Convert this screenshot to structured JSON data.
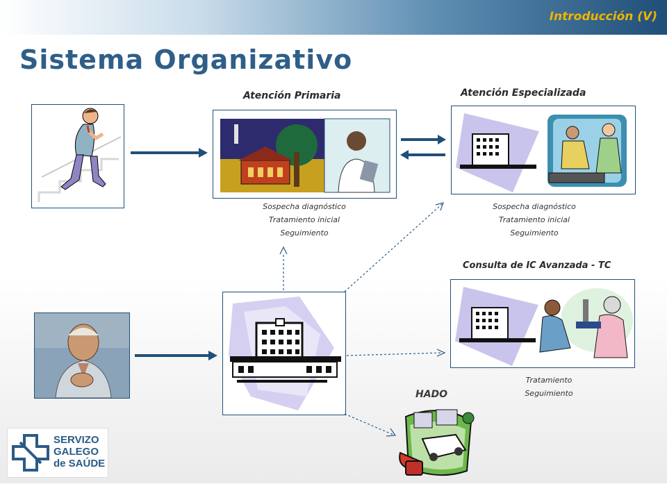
{
  "header": {
    "section_label": "Introducción (V)"
  },
  "title": "Sistema Organizativo",
  "primary": {
    "heading": "Atención Primaria",
    "notes": [
      "Sospecha diagnóstico",
      "Tratamiento inicial",
      "Seguimiento"
    ]
  },
  "specialized": {
    "heading": "Atención Especializada",
    "notes": [
      "Sospecha diagnóstico",
      "Tratamiento inicial",
      "Seguimiento"
    ]
  },
  "advanced": {
    "heading": "Consulta de IC Avanzada - TC",
    "notes": [
      "Tratamiento",
      "Seguimiento"
    ]
  },
  "hado": {
    "heading": "HADO"
  },
  "logo": {
    "line1": "SERVIZO",
    "line2": "GALEGO",
    "line3": "de SAÚDE"
  },
  "colors": {
    "title": "#2f5f88",
    "accent": "#f0b400",
    "arrow": "#1f4f78",
    "box_border": "#1f4f78"
  }
}
